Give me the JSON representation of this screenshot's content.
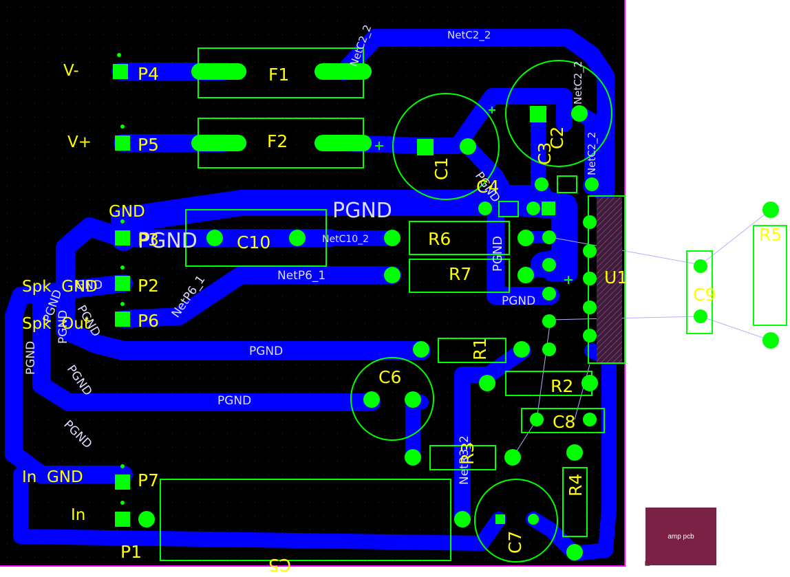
{
  "thumbnail": {
    "label": "amp pcb"
  },
  "colors": {
    "board": "#000000",
    "outline": "#ff00ff",
    "copper": "#0000ff",
    "pad": "#00ff00",
    "silk_text": "#ffff00",
    "silk_line": "#00ff00",
    "net_label": "#dcdcff"
  },
  "components": [
    "P4",
    "P5",
    "P3",
    "P2",
    "P6",
    "P7",
    "P1",
    "F1",
    "F2",
    "C1",
    "C2",
    "C3",
    "C4",
    "C5",
    "C6",
    "C7",
    "C8",
    "C9",
    "C10",
    "R1",
    "R2",
    "R3",
    "R4",
    "R5",
    "R6",
    "R7",
    "U1"
  ],
  "connector_labels": [
    "V-",
    "V+",
    "GND",
    "Spk  GND",
    "Spk  Out",
    "In  GND",
    "In"
  ],
  "net_labels": [
    "NetC2_2",
    "NetC2_2",
    "NetC2_2",
    "NetC2_2",
    "PGND",
    "PGND",
    "NetC10_2",
    "NetP6_1",
    "PGND",
    "PGND",
    "NetP6_1",
    "PGND",
    "PGND",
    "PGND",
    "PGND",
    "PGND",
    "PGND",
    "PGND",
    "PGND",
    "PGND",
    "NetR3_2",
    "GND"
  ]
}
